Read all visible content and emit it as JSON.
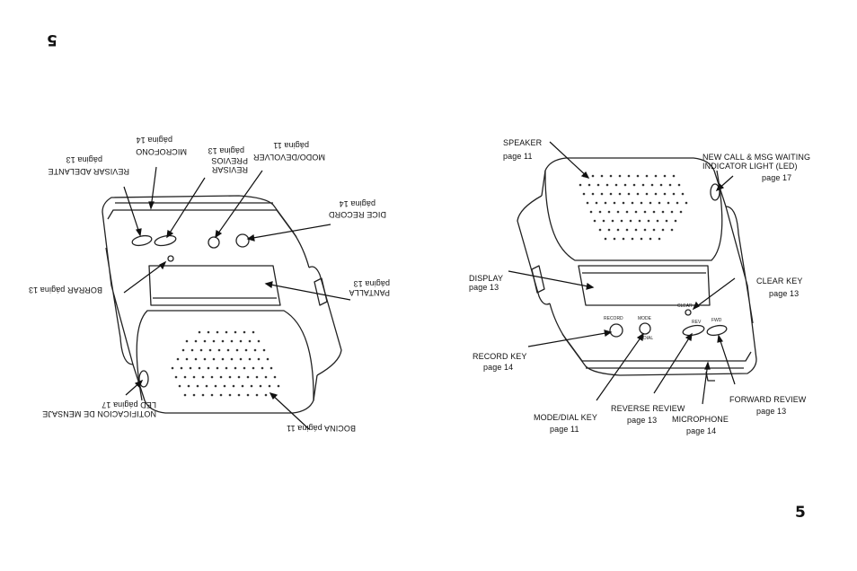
{
  "page_number_top": "5",
  "page_number_bottom": "5",
  "english_labels": {
    "speaker": {
      "text": "SPEAKER",
      "page": "page 11"
    },
    "new_call": {
      "text": "NEW CALL & MSG WAITING\nINDICATOR LIGHT (LED)",
      "page": "page 17"
    },
    "display": {
      "text": "DISPLAY",
      "page": "page 13"
    },
    "clear_key": {
      "text": "CLEAR KEY",
      "page": "page 13"
    },
    "record_key": {
      "text": "RECORD KEY",
      "page": "page 14"
    },
    "mode_dial": {
      "text": "MODE/DIAL KEY",
      "page": "page 11"
    },
    "reverse_review": {
      "text": "REVERSE REVIEW",
      "page": "page 13"
    },
    "microphone": {
      "text": "MICROPHONE",
      "page": "page 14"
    },
    "forward_review": {
      "text": "FORWARD REVIEW",
      "page": "page 13"
    }
  },
  "spanish_labels": {
    "bocina": {
      "text": "BOCINA  página 11"
    },
    "notificacion": {
      "text": "NOTIFICACION DE MENSAJE\nLED   página 17"
    },
    "pantalla": {
      "text": "PANTALLA",
      "page": "página 13"
    },
    "borrar": {
      "text": "BORRAR  página 13"
    },
    "dice_record": {
      "text": "DICE RECORD",
      "page": "página 14"
    },
    "revisar_adelante": {
      "text": "REVISAR ADELANTE",
      "page": "página 13"
    },
    "microfono": {
      "text": "MICROFONO",
      "page": "página 14"
    },
    "revisar_previos": {
      "text": "REVISAR\nPREVIOS",
      "page": "página 13"
    },
    "modo_devolver": {
      "text": "MODO/DEVOLVER",
      "page": "página 11"
    }
  },
  "device_markings": {
    "record": "RECORD",
    "mode": "MODE",
    "dial": "DIAL",
    "clear": "CLEAR",
    "rev": "REV",
    "fwd": "FWD"
  }
}
